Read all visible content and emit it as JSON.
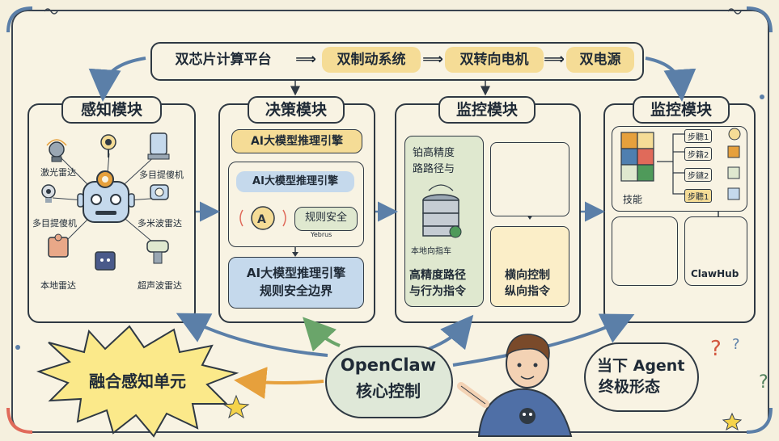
{
  "top_chain": {
    "items": [
      "双芯片计算平台",
      "双制动系统",
      "双转向电机",
      "双电源"
    ],
    "arrows": [
      "⟹",
      "⟹",
      "⟹"
    ]
  },
  "modules": {
    "perception": {
      "title": "感知模块",
      "sensors": [
        "激光雷达",
        "多目提傻机",
        "多目提傻机",
        "多米波雷达",
        "本地雷达",
        "超声波雷达"
      ]
    },
    "decision": {
      "title": "决策模块",
      "engine_top": "AI大模型推理引擎",
      "inner_engine": "AI大模型推理引擎",
      "rules": "规则安全",
      "rules_small": "Yebrus",
      "bottom_line1": "AI大模型推理引擎",
      "bottom_line2": "规则安全边界"
    },
    "monitor1": {
      "title": "监控模块",
      "precision_line1": "铂高精度",
      "precision_line2": "路路径与",
      "local_label": "本地向指车",
      "bottom_line1": "高精度路径",
      "bottom_line2": "与行为指令",
      "control_line1": "横向控制",
      "control_line2": "纵向指令"
    },
    "monitor2": {
      "title": "监控模块",
      "skills_label": "技能",
      "steps": [
        "步聽1",
        "步籍2",
        "步鑓2",
        "步聽1"
      ],
      "clawhub": "ClawHub"
    }
  },
  "bottom": {
    "fusion": "融合感知单元",
    "core_line1": "OpenClaw",
    "core_line2": "核心控制",
    "agent_line1": "当下 Agent",
    "agent_line2": "终极形态"
  },
  "colors": {
    "background": "#f5f0de",
    "yellow_pill": "#f5dc96",
    "blue_pill": "#c5d9ec",
    "green_box": "#dfe8cf",
    "arrow_blue": "#5b7fa8",
    "burst_yellow": "#fbe98a",
    "accent_orange": "#e6a03c"
  }
}
